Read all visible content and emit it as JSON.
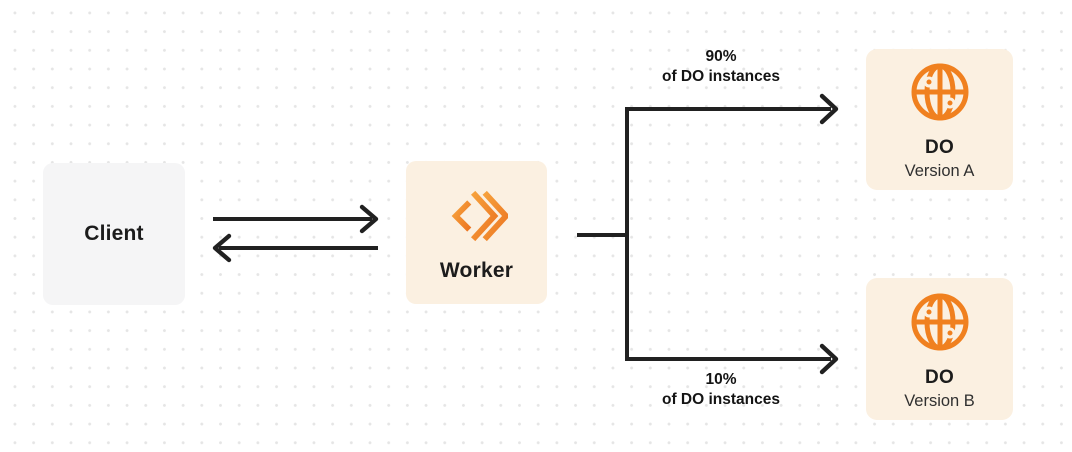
{
  "diagram": {
    "colors": {
      "accent_orange": "#F0801F",
      "node_cream": "#FBF0E1",
      "node_gray": "#F5F5F6",
      "line_dark": "#212121",
      "dot_grid": "#E5E5E5"
    },
    "nodes": {
      "client": {
        "label": "Client"
      },
      "worker": {
        "label": "Worker",
        "icon": "workers-brackets-icon"
      },
      "do_version_a": {
        "title": "DO",
        "subtitle": "Version A",
        "icon": "globe-icon"
      },
      "do_version_b": {
        "title": "DO",
        "subtitle": "Version B",
        "icon": "globe-icon"
      }
    },
    "edges": {
      "client_worker": {
        "type": "bidirectional-arrows"
      },
      "route_a": {
        "percent": "90%",
        "caption": "of DO instances"
      },
      "route_b": {
        "percent": "10%",
        "caption": "of DO instances"
      }
    }
  }
}
